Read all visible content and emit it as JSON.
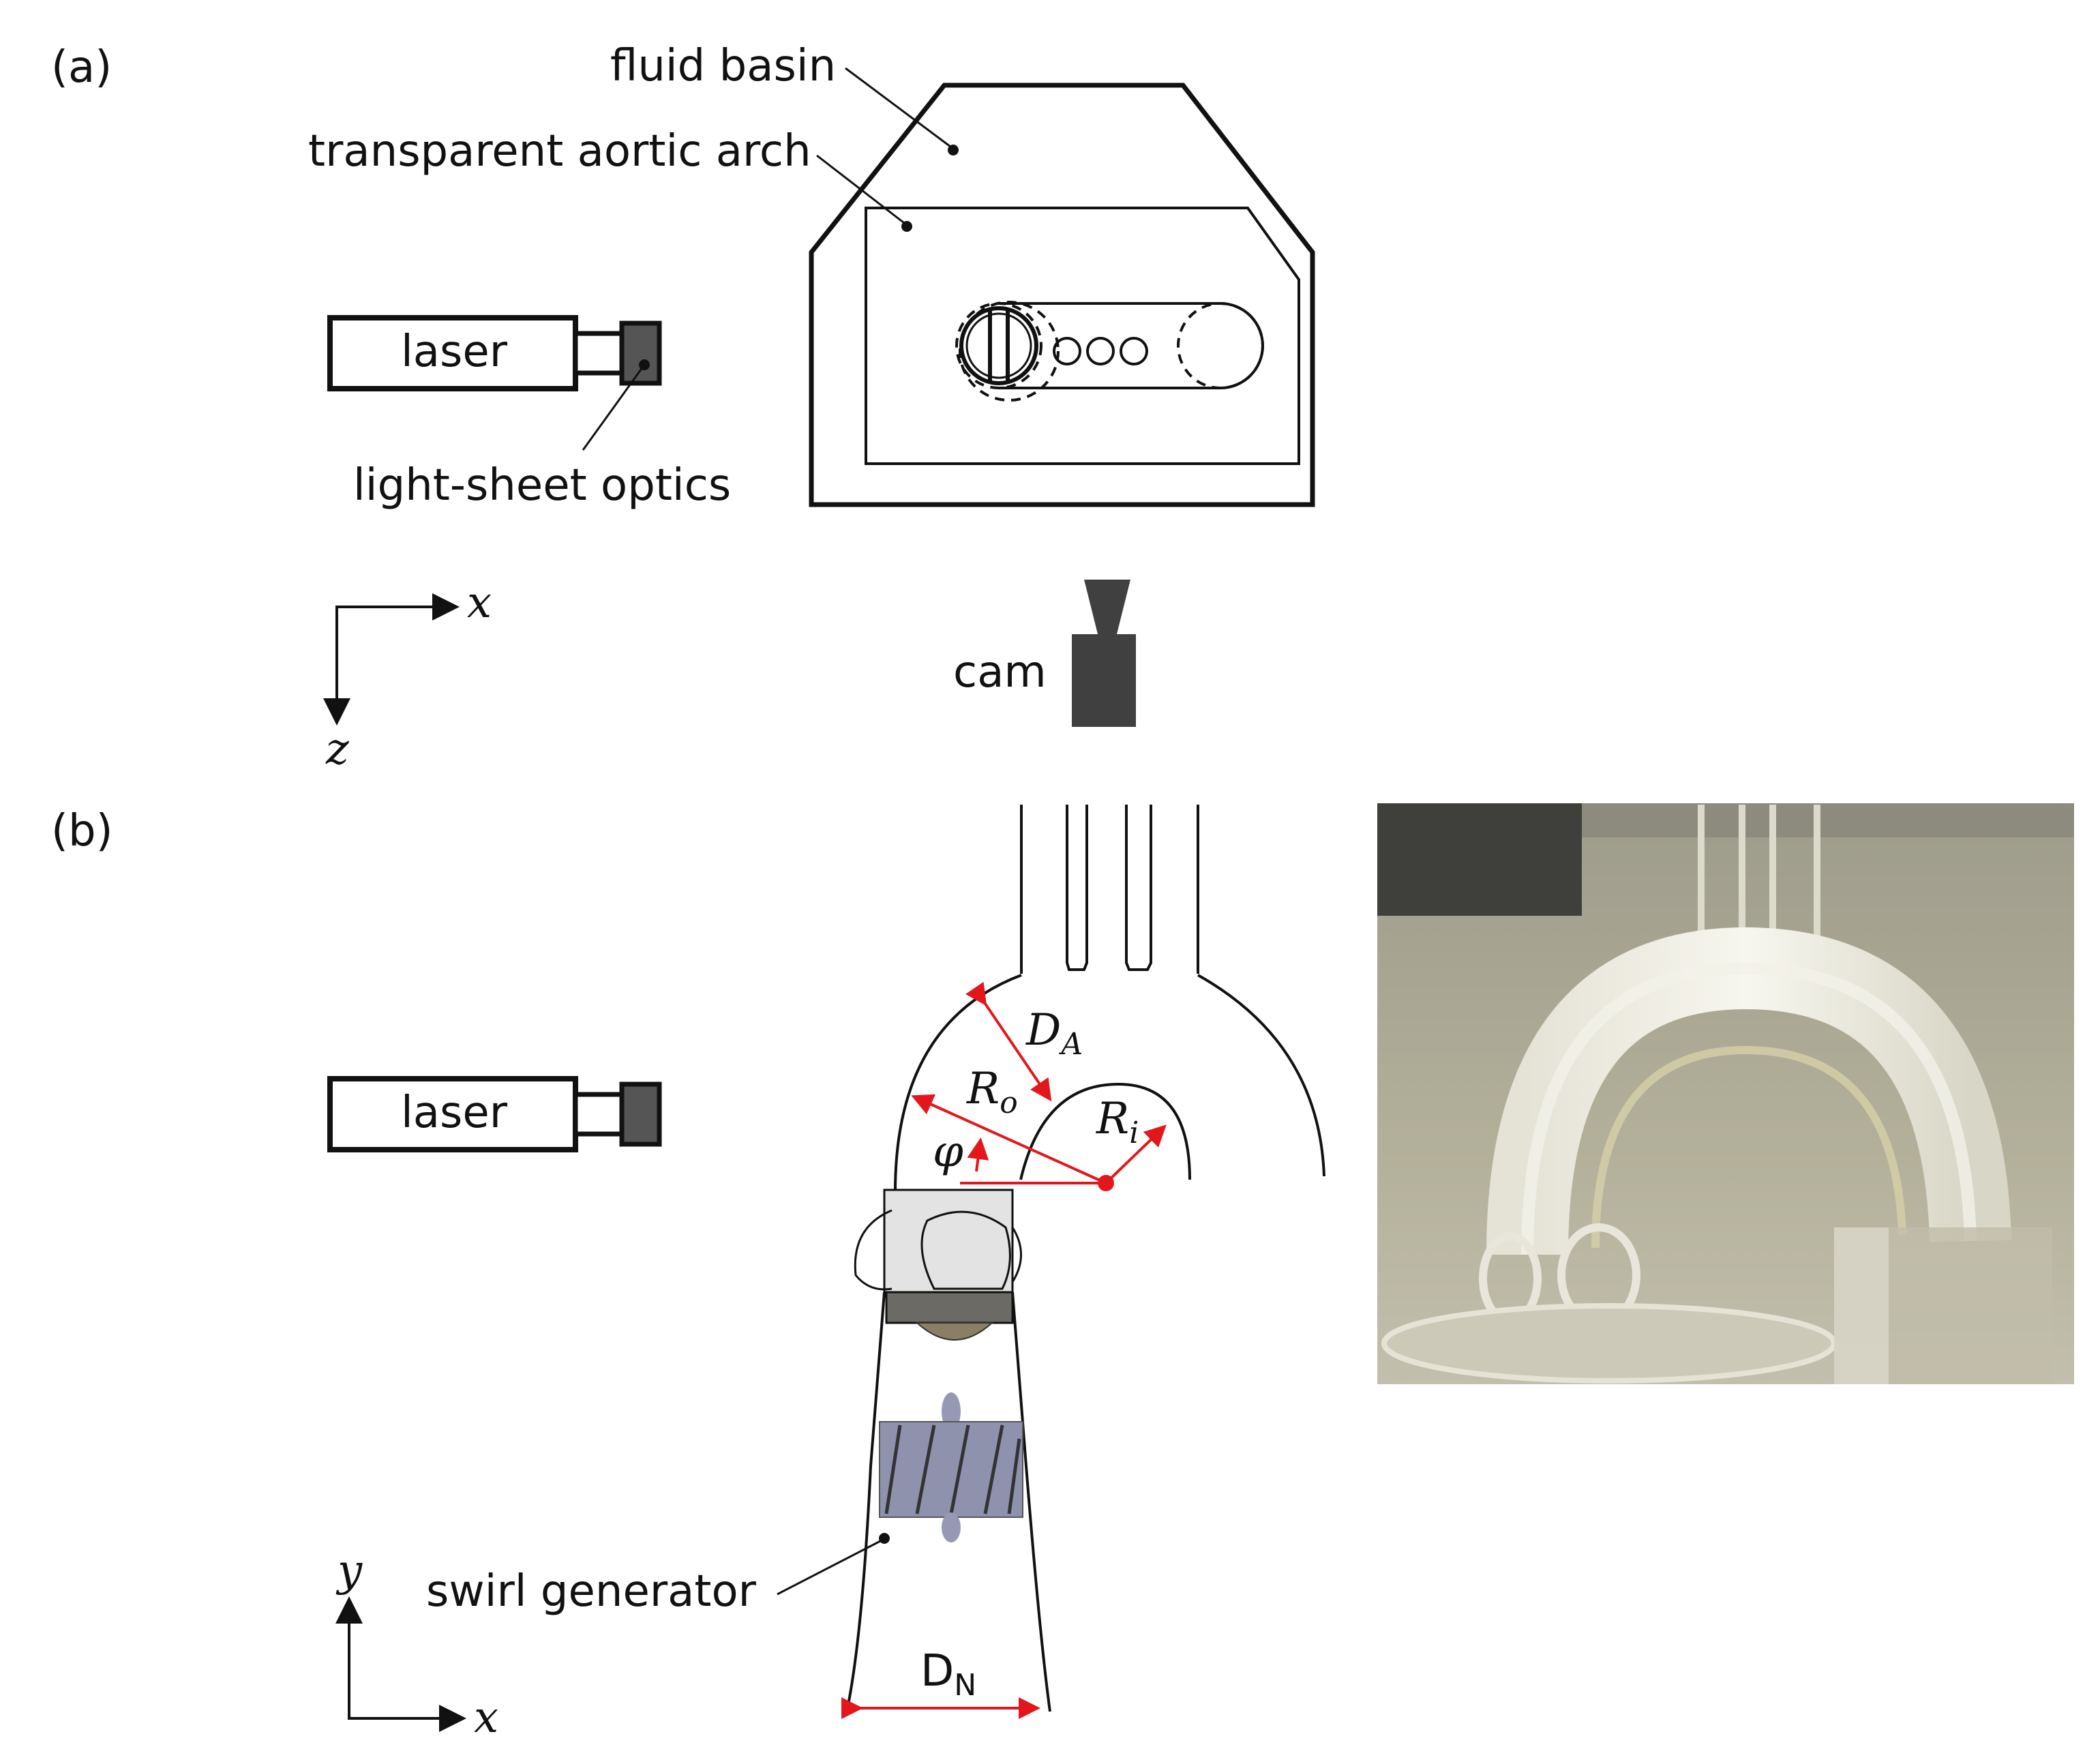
{
  "panel_a": {
    "label": "(a)",
    "fluid_basin": "fluid basin",
    "aortic_arch": "transparent aortic arch",
    "laser": "laser",
    "optics": "light-sheet optics",
    "camera": "cam",
    "axis_x": "x",
    "axis_z": "z"
  },
  "panel_b": {
    "label": "(b)",
    "laser": "laser",
    "swirl": "swirl generator",
    "d_a": "D",
    "d_a_sub": "A",
    "r_o": "R",
    "r_o_sub": "o",
    "r_i": "R",
    "r_i_sub": "i",
    "phi": "φ",
    "d_n": "D",
    "d_n_sub": "N",
    "axis_x": "x",
    "axis_y": "y"
  },
  "colors": {
    "annotation": "#e3171b",
    "swirl_fill": "#8e92ad",
    "photo_bg": "#a7a48e",
    "camera": "#404040"
  },
  "icons": [
    "laser-icon",
    "camera-icon",
    "swirl-generator-icon"
  ]
}
